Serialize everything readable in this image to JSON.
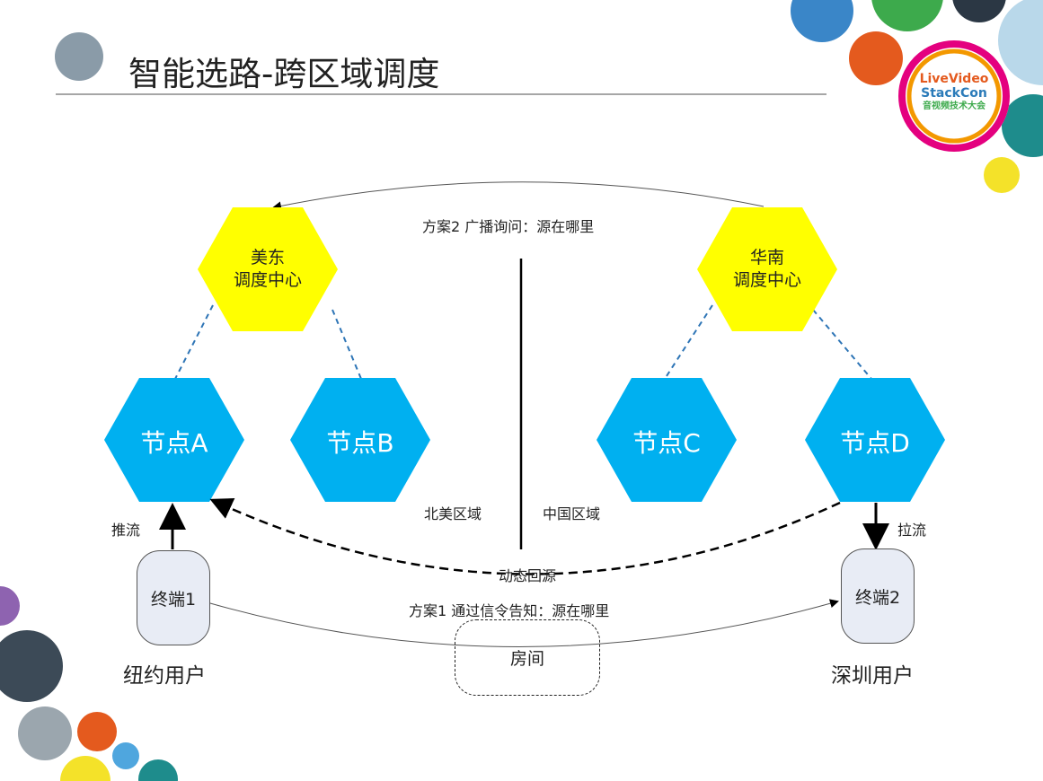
{
  "title": "智能选路-跨区域调度",
  "logo": {
    "line1": "LiveVideo",
    "line2": "StackCon",
    "line3": "音视频技术大会"
  },
  "centers": {
    "us_east": [
      "美东",
      "调度中心"
    ],
    "south_china": [
      "华南",
      "调度中心"
    ]
  },
  "nodes": {
    "a": "节点A",
    "b": "节点B",
    "c": "节点C",
    "d": "节点D"
  },
  "labels": {
    "plan2": "方案2  广播询问：源在哪里",
    "plan1": "方案1  通过信令告知：源在哪里",
    "north_america": "北美区域",
    "china": "中国区域",
    "push": "推流",
    "pull": "拉流",
    "back_to_source": "动态回源"
  },
  "terminals": {
    "t1": "终端1",
    "t2": "终端2"
  },
  "users": {
    "ny": "纽约用户",
    "sz": "深圳用户"
  },
  "room": "房间",
  "colors": {
    "yellow": "#FFFF00",
    "blue": "#00B0F0",
    "dash_line": "#2E75B6"
  }
}
